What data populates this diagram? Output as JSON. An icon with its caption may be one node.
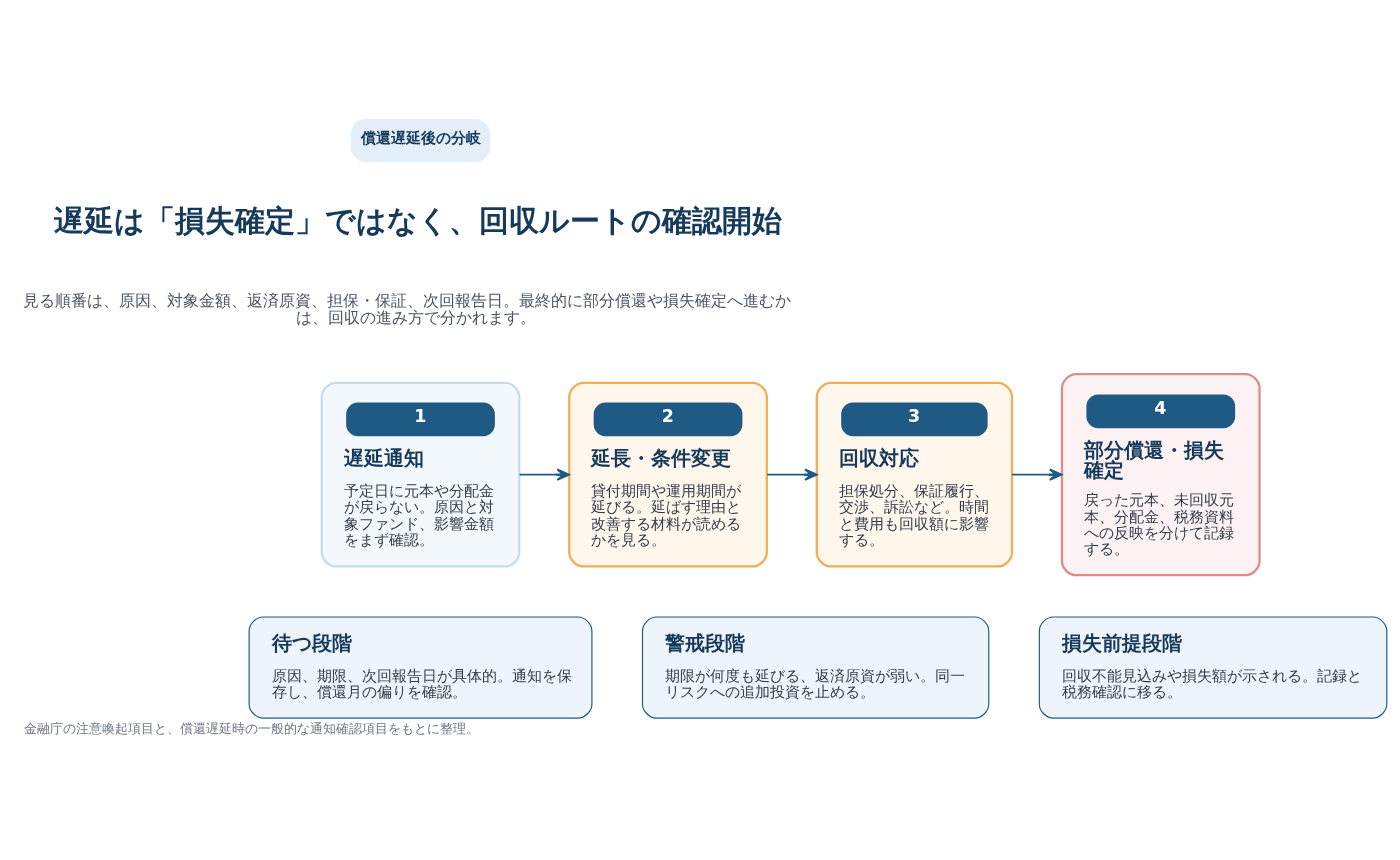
{
  "diagram": {
    "title": "遅延は「損失確定」ではなく、回収ルートの確認開始",
    "caption": "金融庁の注意喚起項目と、償還遅延時の一般的な通知確認項目をもとに整理。",
    "nodes": [
      {
        "text": [
          "1",
          "遅延通知",
          "予定日に元本や分配金が戻らない。原因と対象ファンド、影響金額をまず確認。"
        ]
      },
      {
        "text": [
          "2",
          "延長・条件変更",
          "貸付期間や運用期間が延びる。延ばす理由と改善する材料が読めるかを見る。"
        ]
      },
      {
        "text": [
          "3",
          "回収対応",
          "担保処分、保証履行、交渉、訴訟など。時間と費用も回収額に影響する。"
        ]
      },
      {
        "text": [
          "4",
          "部分償還・損失確定",
          "戻った元本、未回収元本、分配金、税務資料への反映を分けて記録する。"
        ]
      },
      {
        "text": [
          "待つ段階",
          "原因、期限、次回報告日が具体的。通知を保存し、償還月の偏りを確認。"
        ]
      },
      {
        "text": [
          "警戒段階",
          "期限が何度も延びる、返済原資が弱い。同一リスクへの追加投資を止める。"
        ]
      },
      {
        "text": [
          "損失前提段階",
          "回収不能見込みや損失額が示される。記録と税務確認に移る。"
        ]
      }
    ],
    "edges": [
      {
        "from": 0,
        "to": 1,
        "arrow": "to"
      },
      {
        "from": 1,
        "to": 2,
        "arrow": "to"
      },
      {
        "from": 2,
        "to": 3,
        "arrow": "to"
      }
    ],
    "labels": [
      "償還遅延後の分岐",
      "見る順番は、原因、対象金額、返済原資、担保・保証、次回報告日。最終的に部分償還や損失確定へ進むかは、回収の進み方で分かれます。"
    ]
  }
}
